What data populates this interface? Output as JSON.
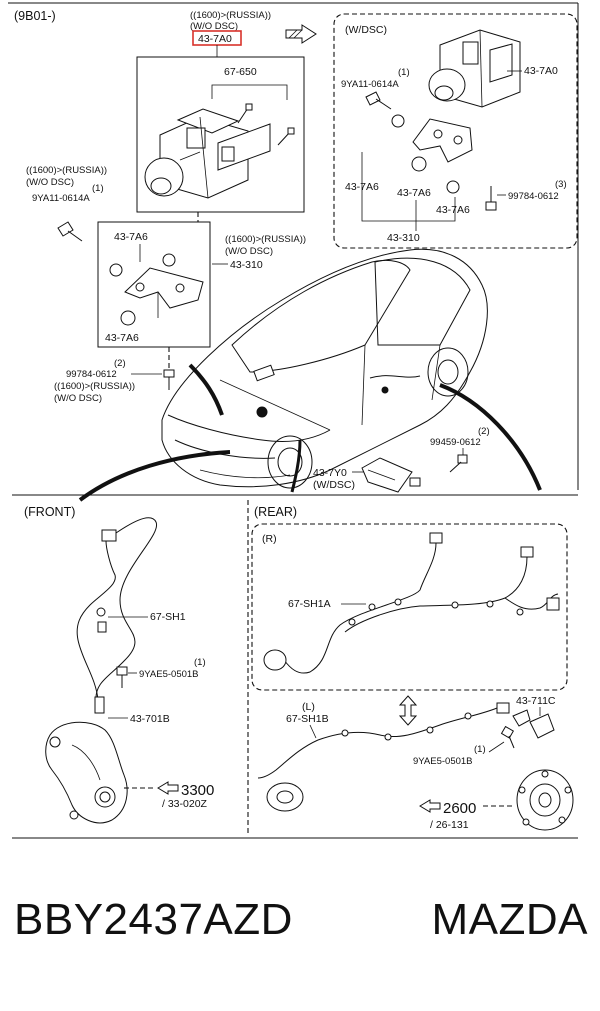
{
  "header": {
    "code": "(9B01-)"
  },
  "highlight": {
    "cond1": "((1600)>(RUSSIA))",
    "cond2": "(W/O DSC)",
    "part": "43-7A0",
    "box_color": "#d9322b"
  },
  "wdsc_panel": {
    "title": "(W/DSC)",
    "unit": "43-7A0",
    "bolt_qty": "(1)",
    "bolt": "9YA11-0614A",
    "screw_qty": "(3)",
    "screw": "99784-0612",
    "bush1": "43-7A6",
    "bush2": "43-7A6",
    "bush3": "43-7A6",
    "bracket": "43-310"
  },
  "main_unit": {
    "screw": "67-650"
  },
  "left_bolt": {
    "cond1": "((1600)>(RUSSIA))",
    "cond2": "(W/O DSC)",
    "qty": "(1)",
    "part": "9YA11-0614A"
  },
  "bracket_box": {
    "bush1": "43-7A6",
    "bush2": "43-7A6",
    "cond1": "((1600)>(RUSSIA))",
    "cond2": "(W/O DSC)",
    "bracket": "43-310"
  },
  "lower_screw": {
    "qty": "(2)",
    "part": "99784-0612",
    "cond1": "((1600)>(RUSSIA))",
    "cond2": "(W/O DSC)"
  },
  "car_parts": {
    "sensor_qty": "(2)",
    "sensor_bolt": "99459-0612",
    "yaw": "43-7Y0",
    "yaw_cond": "(W/DSC)"
  },
  "front": {
    "title": "(FRONT)",
    "harness": "67-SH1",
    "bolt_qty": "(1)",
    "bolt": "9YAE5-0501B",
    "sensor": "43-701B",
    "ref": "3300",
    "ref_sub": "/ 33-020Z"
  },
  "rear": {
    "title": "(REAR)",
    "right_title": "(R)",
    "harness_r": "67-SH1A",
    "left_title": "(L)",
    "harness_l": "67-SH1B",
    "sensor": "43-711C",
    "bolt_qty": "(1)",
    "bolt": "9YAE5-0501B",
    "ref": "2600",
    "ref_sub": "/ 26-131"
  },
  "footer": {
    "code": "BBY2437AZD",
    "brand": "MAZDA"
  }
}
